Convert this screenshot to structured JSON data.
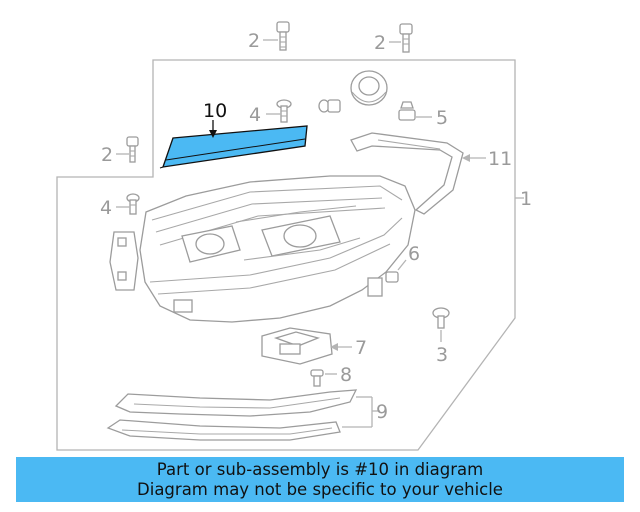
{
  "diagram": {
    "callouts": {
      "c1": "1",
      "c2a": "2",
      "c2b": "2",
      "c2c": "2",
      "c3": "3",
      "c4a": "4",
      "c4b": "4",
      "c5": "5",
      "c6": "6",
      "c7": "7",
      "c8": "8",
      "c9": "9",
      "c10": "10",
      "c11": "11"
    },
    "highlight_color": "#4bb9f3",
    "line_color": "#b4b4b4"
  },
  "banner": {
    "line1": "Part or sub-assembly is #10 in diagram",
    "line2": "Diagram may not be specific to your vehicle",
    "color": "#4bb9f3"
  }
}
